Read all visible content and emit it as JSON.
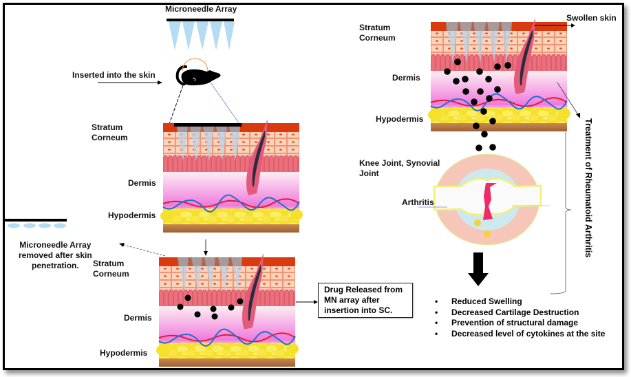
{
  "title": "Microneedle Array",
  "labels": {
    "inserted": "Inserted into the skin",
    "stratum_line1": "Stratum",
    "stratum_line2": "Corneum",
    "dermis": "Dermis",
    "hypodermis": "Hypodermis",
    "removed_line1": "Microneedle Array",
    "removed_line2": "removed after skin",
    "removed_line3": "penetration.",
    "swollen_skin": "Swollen skin",
    "knee_line1": "Knee Joint, Synovial",
    "knee_line2": "Joint",
    "arthritis": "Arthritis",
    "treatment": "Treatment of Rheumatoid Arthritis"
  },
  "drug_box": {
    "line1": "Drug Released from",
    "line2": "MN array after",
    "line3": "insertion into SC."
  },
  "outcomes": {
    "bullet": "•",
    "items": [
      "Reduced Swelling",
      "Decreased Cartilage Destruction",
      "Prevention of structural damage",
      "Decreased level of cytokines at the site"
    ]
  },
  "colors": {
    "stratum_corneum": "#d93a10",
    "epidermis_cells": "#f7b79a",
    "basal_cells": "#ef7c86",
    "dermis_top": "#fde6ee",
    "dermis_bottom": "#f07ee0",
    "fat": "#f7e64a",
    "subcutis": "#b3743f",
    "needle": "#a9d3ee",
    "hair": "#e35a7a",
    "vessel_red": "#e8192c",
    "vessel_blue": "#1f6fd6",
    "joint_capsule": "#f6c6b8",
    "synovial_fluid": "#cde9ee",
    "pannus": "#ef2a6a",
    "drug_dot": "#000000"
  }
}
